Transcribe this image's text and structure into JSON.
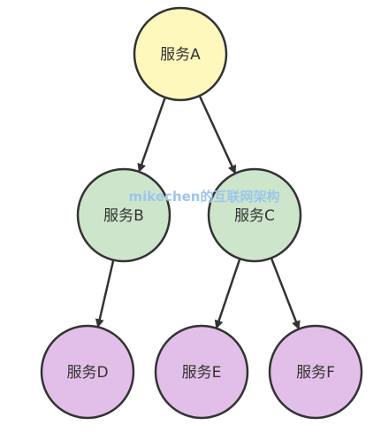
{
  "nodes": [
    {
      "id": "A",
      "label": "服务A",
      "fill": "#fff8bd"
    },
    {
      "id": "B",
      "label": "服务B",
      "fill": "#cde6cb"
    },
    {
      "id": "C",
      "label": "服务C",
      "fill": "#cde6cb"
    },
    {
      "id": "D",
      "label": "服务D",
      "fill": "#e2bfe8"
    },
    {
      "id": "E",
      "label": "服务E",
      "fill": "#e2bfe8"
    },
    {
      "id": "F",
      "label": "服务F",
      "fill": "#e2bfe8"
    }
  ],
  "edges": [
    {
      "from": "A",
      "to": "B"
    },
    {
      "from": "A",
      "to": "C"
    },
    {
      "from": "B",
      "to": "D"
    },
    {
      "from": "C",
      "to": "E"
    },
    {
      "from": "C",
      "to": "F"
    }
  ],
  "watermark": "mikechen的互联网架构",
  "colors": {
    "stroke": "#333333",
    "watermark": "#9cc6ea"
  }
}
